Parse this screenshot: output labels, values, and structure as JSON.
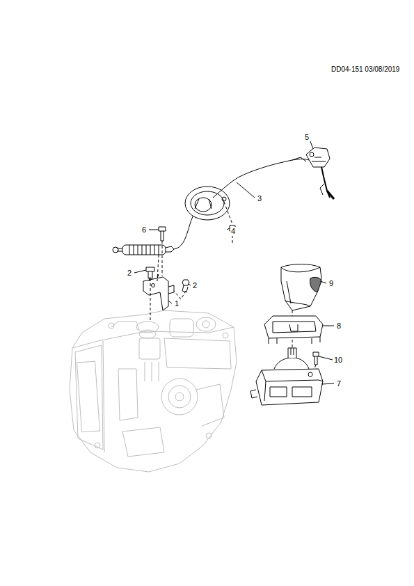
{
  "diagram": {
    "labels": [
      "DD04-151 03/08/2019",
      "5",
      "3",
      "6",
      "4",
      "2",
      "2",
      "1",
      "9",
      "8",
      "10",
      "7"
    ]
  }
}
